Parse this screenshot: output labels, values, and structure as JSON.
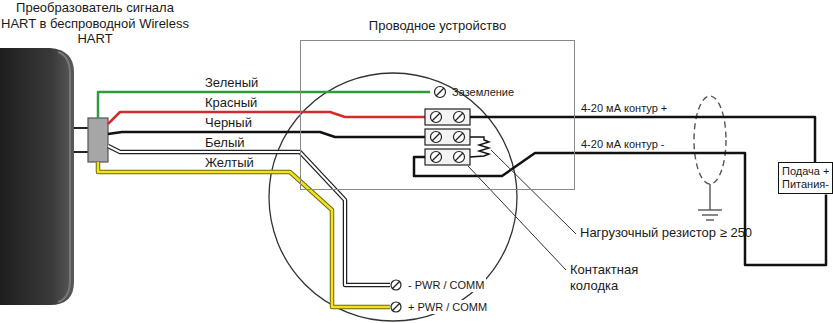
{
  "diagram": {
    "nodes": [
      {
        "text": [
          "Преобразователь сигнала HART в беспроводной Wireless HART"
        ]
      },
      {
        "text": [
          "Проводное устройство"
        ]
      },
      {
        "text": [
          "Подача + Питания-"
        ]
      }
    ],
    "edges": [
      {
        "from": 1,
        "to": 2,
        "arrow": "none",
        "label": "4-20 мА контур +"
      },
      {
        "from": 1,
        "to": 2,
        "arrow": "none",
        "label": "4-20 мА контур -"
      }
    ],
    "labels": [
      "Зеленый",
      "Красный",
      "Черный",
      "Белый",
      "Желтый",
      "Заземление",
      "- PWR / COMM",
      "+ PWR / COMM",
      "Нагрузочный резистор ≥ 250",
      "Контактная колодка"
    ]
  }
}
